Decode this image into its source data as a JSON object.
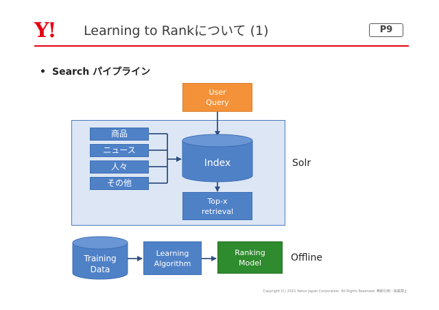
{
  "header": {
    "logo": "Y!",
    "title": "Learning to Rankについて (1)",
    "page": "P9"
  },
  "bullet": {
    "text": "Search パイプライン"
  },
  "diagram": {
    "user_query": [
      "User",
      "Query"
    ],
    "sources": [
      "商品",
      "ニュース",
      "人々",
      "その他"
    ],
    "index": "Index",
    "topx": [
      "Top-x",
      "retrieval"
    ],
    "solr_label": "Solr",
    "training_data": [
      "Training",
      "Data"
    ],
    "learning_algorithm": [
      "Learning",
      "Algorithm"
    ],
    "ranking_model": [
      "Ranking",
      "Model"
    ],
    "offline_label": "Offline"
  },
  "colors": {
    "brand_red": "#e60012",
    "orange": "#f4923a",
    "blue": "#4f81c7",
    "green": "#2e8b2e",
    "solr_bg": "#dce6f5"
  },
  "footer": {
    "copyright": "Copyright (C) 2015 Yahoo Japan Corporation. All Rights Reserved. 無断引用・転載禁止"
  }
}
